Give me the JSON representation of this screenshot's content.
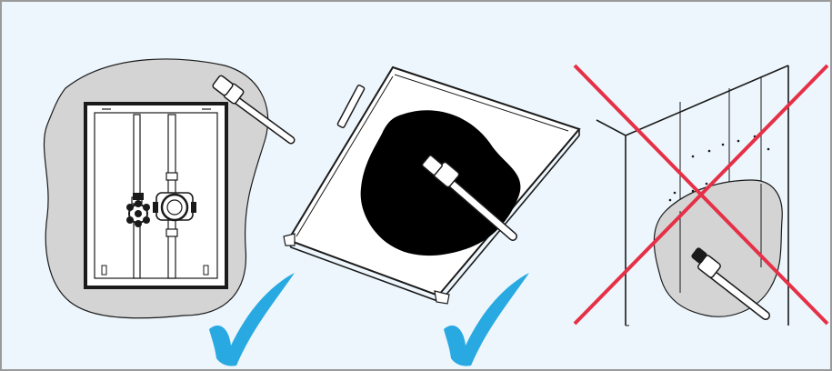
{
  "illustration": {
    "panels": [
      {
        "id": "wall-panel-with-pipes",
        "verdict": "correct",
        "mark": "checkmark-icon"
      },
      {
        "id": "loose-board",
        "verdict": "correct",
        "mark": "checkmark-icon"
      },
      {
        "id": "corner-wall",
        "verdict": "wrong",
        "mark": "cross-icon"
      }
    ],
    "colors": {
      "background": "#edf6fc",
      "border": "#9a9a9a",
      "coating_grey": "#d4d4d4",
      "coating_black": "#000000",
      "check_blue": "#29a9e1",
      "cross_red": "#e53047",
      "outline": "#1a1a1a"
    }
  }
}
